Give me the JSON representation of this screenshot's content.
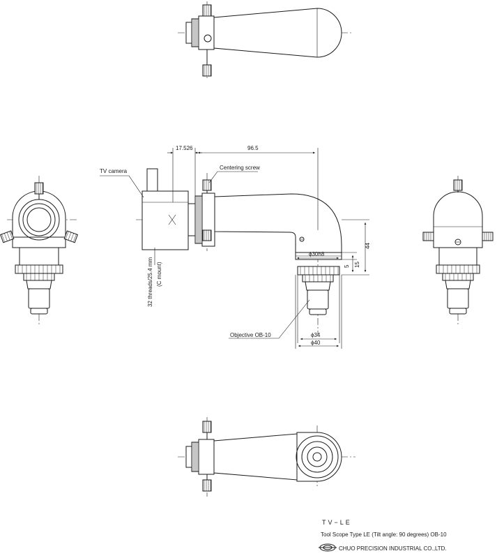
{
  "annotations": {
    "dim_offset": "17.526",
    "dim_length": "96.5",
    "tv_camera": "TV camera",
    "centering_screw": "Centering screw",
    "threads_line1": "32 threads/25.4 mm",
    "threads_line2": "(C mount)",
    "dim_bore": "ϕ30h8",
    "dim_15": "15",
    "dim_5": "5",
    "dim_44": "44",
    "objective": "Objective OB-10",
    "dim_34": "ϕ34",
    "dim_40": "ϕ40"
  },
  "title_block": {
    "model_code": "TV−LE",
    "description": "Tool Scope Type LE (Tilt angle: 90 degrees) OB-10",
    "company": "CHUO PRECISION INDUSTRIAL CO.,LTD."
  },
  "colors": {
    "line": "#1a1a1a",
    "background": "#ffffff"
  }
}
